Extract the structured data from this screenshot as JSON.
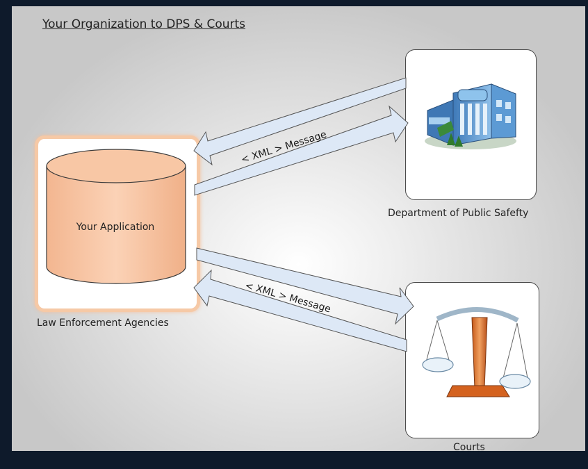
{
  "diagram": {
    "title": "Your Organization to DPS & Courts",
    "application": {
      "label": "Your Application",
      "caption": "Law Enforcement Agencies"
    },
    "dps": {
      "caption": "Department of Public Safefty",
      "icon": "government-building-icon"
    },
    "courts": {
      "caption": "Courts",
      "icon": "scales-of-justice-icon"
    },
    "message_top": "< XML > Message",
    "message_bottom": "< XML > Message"
  }
}
